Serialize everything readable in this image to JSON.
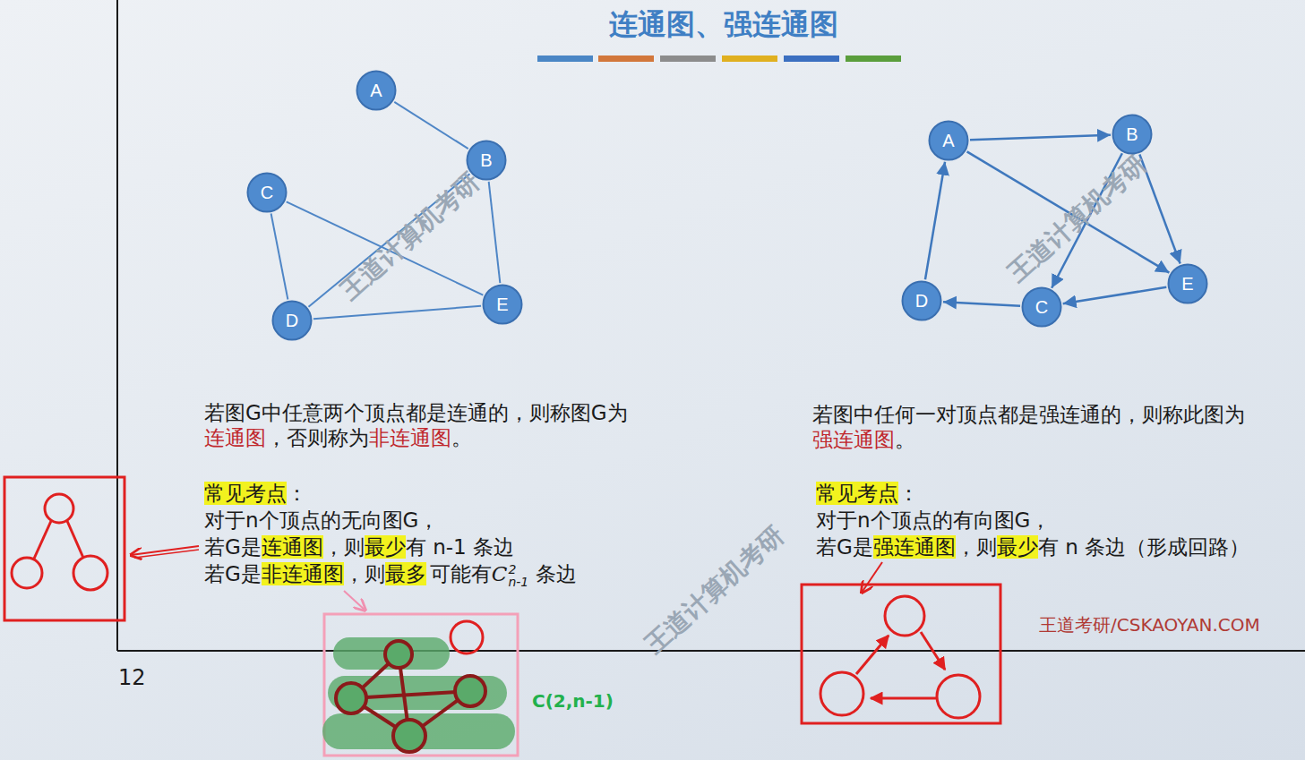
{
  "diagram": {
    "title": "连通图、强连通图",
    "nodes": [
      {
        "text": [
          "A"
        ]
      },
      {
        "text": [
          "B"
        ]
      },
      {
        "text": [
          "C"
        ]
      },
      {
        "text": [
          "D"
        ]
      },
      {
        "text": [
          "E"
        ]
      },
      {
        "text": [
          "A"
        ]
      },
      {
        "text": [
          "B"
        ]
      },
      {
        "text": [
          "C"
        ]
      },
      {
        "text": [
          "D"
        ]
      },
      {
        "text": [
          "E"
        ]
      }
    ],
    "edges": [
      {
        "from": 0,
        "to": 1,
        "arrow": "none"
      },
      {
        "from": 1,
        "to": 4,
        "arrow": "none"
      },
      {
        "from": 1,
        "to": 3,
        "arrow": "none"
      },
      {
        "from": 2,
        "to": 4,
        "arrow": "none"
      },
      {
        "from": 2,
        "to": 3,
        "arrow": "none"
      },
      {
        "from": 3,
        "to": 4,
        "arrow": "none"
      },
      {
        "from": 5,
        "to": 6,
        "arrow": "to"
      },
      {
        "from": 5,
        "to": 9,
        "arrow": "to"
      },
      {
        "from": 6,
        "to": 9,
        "arrow": "to"
      },
      {
        "from": 6,
        "to": 7,
        "arrow": "to"
      },
      {
        "from": 8,
        "to": 5,
        "arrow": "to"
      },
      {
        "from": 9,
        "to": 7,
        "arrow": "to"
      },
      {
        "from": 7,
        "to": 8,
        "arrow": "to"
      }
    ],
    "labels": [
      "若图G中任意两个顶点都是连通的，则称图G为",
      "连通图",
      "，否则称为",
      "非连通图",
      "。",
      "常见考点",
      "：",
      "对于n个顶点的无向图G，",
      "若G是",
      "连通图",
      "，则",
      "最少",
      "有 n-1 条边",
      "若G是",
      "非连通图",
      "，则",
      "最多",
      "可能有",
      "C",
      "2",
      "n-1",
      "条边",
      "若图中任何一对顶点都是强连通的，则称此图为",
      "强连通图",
      "。",
      "常见考点",
      "：",
      "对于n个顶点的有向图G，",
      "若G是",
      "强连通图",
      "，则",
      "最少",
      "有 n 条边（形成回路）",
      "12",
      "王道考研/CSKAOYAN.COM",
      "C(2,n-1)",
      "王道计算机考研",
      "王道计算机考研",
      "王道计算机考研"
    ]
  }
}
